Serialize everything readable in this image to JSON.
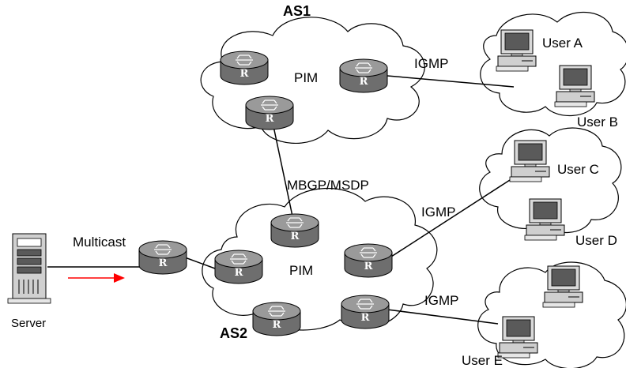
{
  "labels": {
    "as1": "AS1",
    "as2": "AS2",
    "pim_as1": "PIM",
    "pim_as2": "PIM",
    "igmp_as1": "IGMP",
    "igmp_as2_upper": "IGMP",
    "igmp_as2_lower": "IGMP",
    "mbgp_msdp": "MBGP/MSDP",
    "multicast": "Multicast",
    "server": "Server",
    "user_a": "User A",
    "user_b": "User B",
    "user_c": "User C",
    "user_d": "User D",
    "user_e": "User E"
  },
  "router_glyph": "R",
  "icons": {
    "router": "router-icon",
    "pc": "computer-icon",
    "server": "server-icon",
    "cloud": "cloud-icon"
  },
  "colors": {
    "router_fill": "#7f7f7f",
    "arrow": "#ff0000"
  }
}
